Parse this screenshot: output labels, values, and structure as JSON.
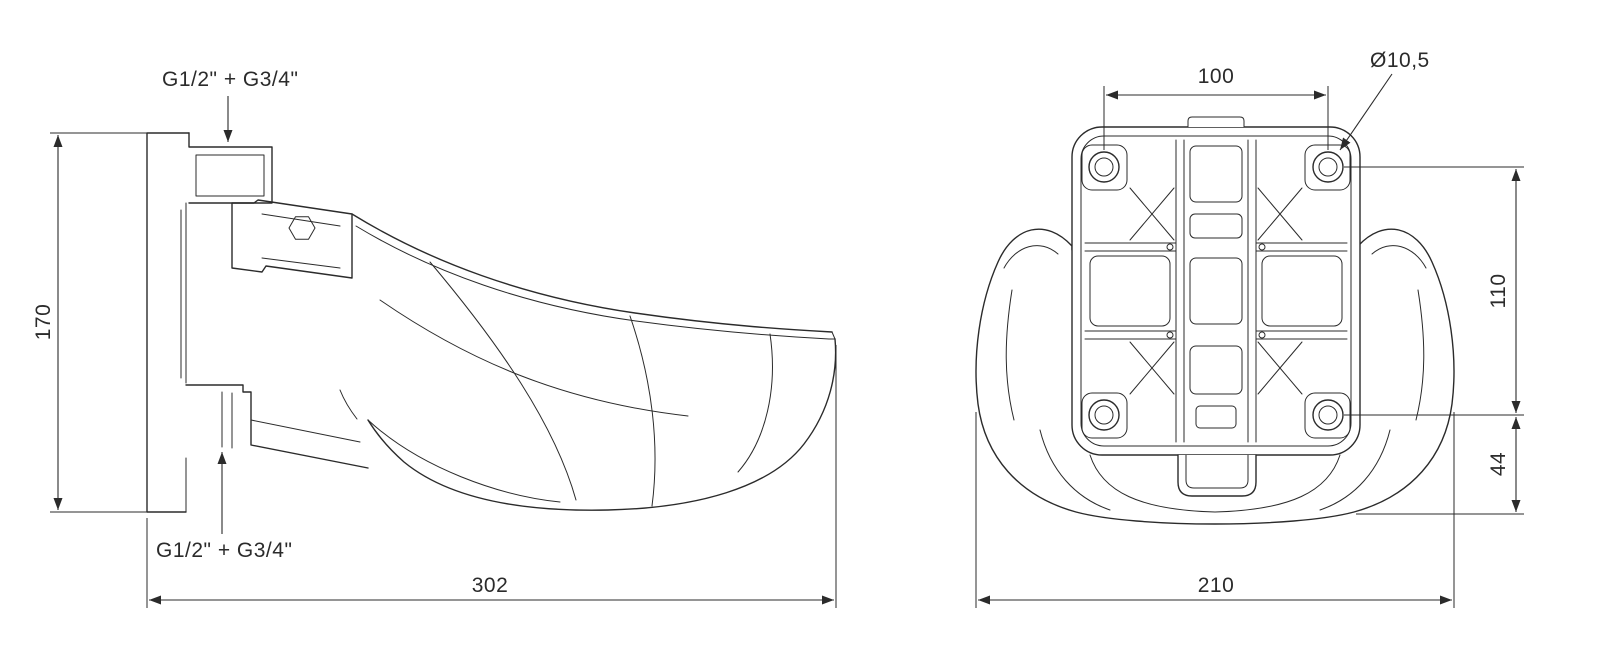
{
  "page": {
    "background": "#ffffff",
    "line_color": "#2b2b2b"
  },
  "side_view": {
    "thread_label_top": "G1/2\" + G3/4\"",
    "thread_label_bottom": "G1/2\" + G3/4\"",
    "height_dim": "170",
    "width_dim": "302"
  },
  "rear_view": {
    "hole_spacing_horizontal_dim": "100",
    "hole_diameter_dim": "Ø10,5",
    "hole_spacing_vertical_dim": "110",
    "bottom_offset_dim": "44",
    "width_dim": "210"
  }
}
